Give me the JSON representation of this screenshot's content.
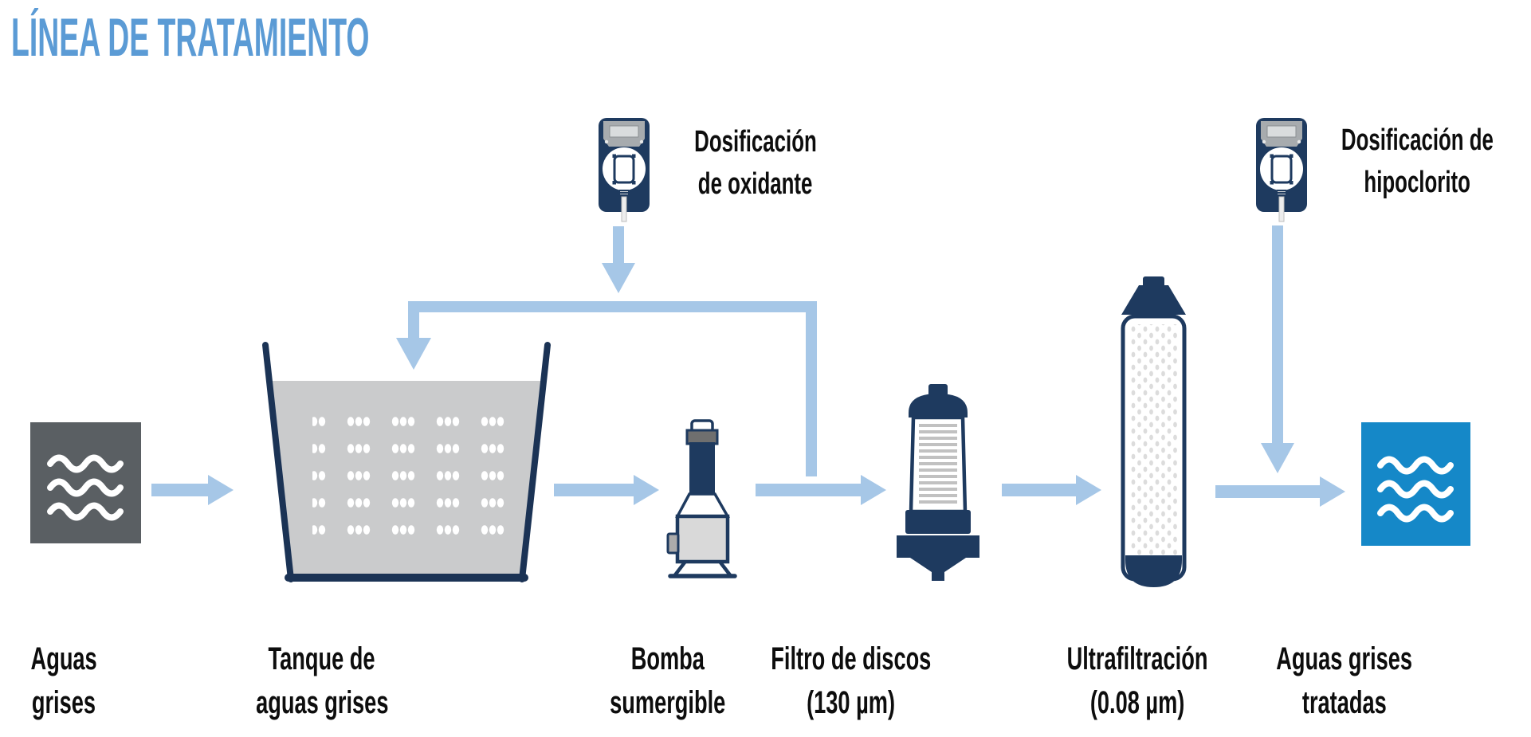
{
  "title": "LÍNEA DE TRATAMIENTO",
  "colors": {
    "title_blue": "#5B9BD5",
    "arrow_blue": "#A6C7E7",
    "navy": "#1E3A5F",
    "grey_water_square": "#5A5F63",
    "treated_water_square": "#1588C8",
    "tank_fill": "#CACBCC"
  },
  "dosing_points": [
    {
      "name": "oxidante",
      "line1": "Dosificación",
      "line2": "de oxidante"
    },
    {
      "name": "hipoclorito",
      "line1": "Dosificación de",
      "line2": "hipoclorito"
    }
  ],
  "stages": [
    {
      "name": "aguas_grises",
      "line1": "Aguas",
      "line2": "grises"
    },
    {
      "name": "tanque",
      "line1": "Tanque de",
      "line2": "aguas grises"
    },
    {
      "name": "bomba",
      "line1": "Bomba",
      "line2": "sumergible"
    },
    {
      "name": "filtro",
      "line1": "Filtro de discos",
      "line2": "(130 µm)"
    },
    {
      "name": "ultrafiltracion",
      "line1": "Ultrafiltración",
      "line2": "(0.08 µm)"
    },
    {
      "name": "tratadas",
      "line1": "Aguas grises",
      "line2": "tratadas"
    }
  ]
}
